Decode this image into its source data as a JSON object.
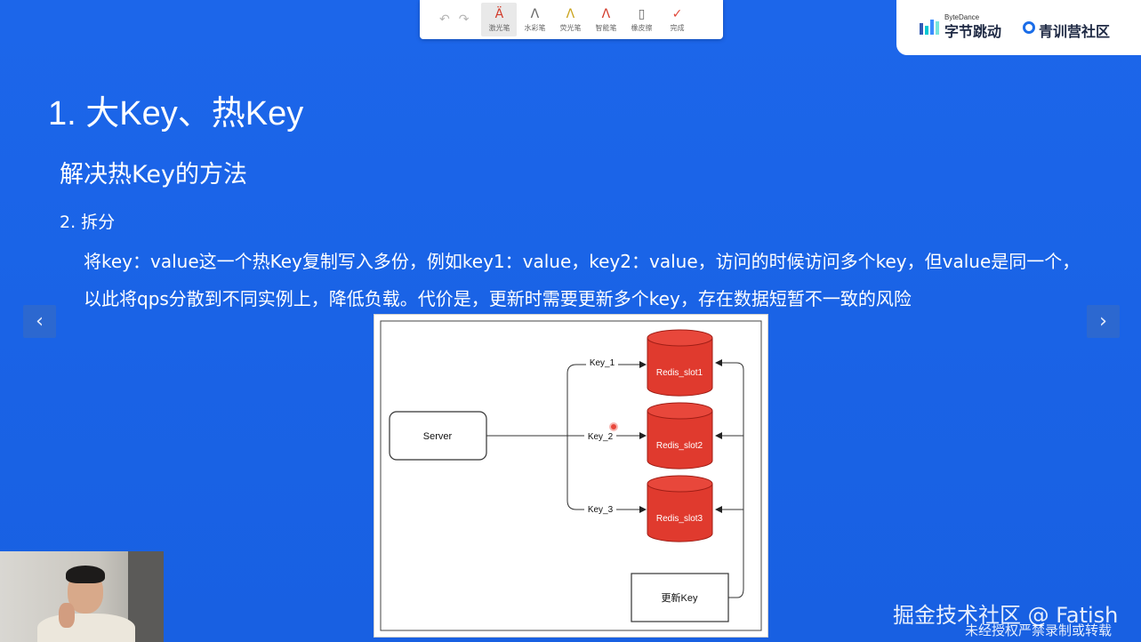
{
  "toolbar": {
    "undo_icon": "undo-icon",
    "redo_icon": "redo-icon",
    "tools": [
      {
        "label": "激光笔",
        "icon": "laser-pen-icon"
      },
      {
        "label": "水彩笔",
        "icon": "marker-icon"
      },
      {
        "label": "荧光笔",
        "icon": "highlighter-icon"
      },
      {
        "label": "智能笔",
        "icon": "smart-pen-icon"
      },
      {
        "label": "橡皮擦",
        "icon": "eraser-icon"
      },
      {
        "label": "完成",
        "icon": "check-icon"
      }
    ],
    "active_tool": "激光笔"
  },
  "brand": {
    "bytedance_small": "ByteDance",
    "bytedance_name": "字节跳动",
    "community_name": "青训营社区"
  },
  "slide": {
    "title": "1. 大Key、热Key",
    "subtitle": "解决热Key的方法",
    "point": "2. 拆分",
    "body_line1": "将key：value这一个热Key复制写入多份，例如key1：value，key2：value，访问的时候访问多个key，但value是同一个，",
    "body_line2": "以此将qps分散到不同实例上，降低负载。代价是，更新时需要更新多个key，存在数据短暂不一致的风险"
  },
  "nav": {
    "prev": "‹",
    "next": "›"
  },
  "diagram": {
    "server": "Server",
    "keys": [
      "Key_1",
      "Key_2",
      "Key_3"
    ],
    "slots": [
      "Redis_slot1",
      "Redis_slot2",
      "Redis_slot3"
    ],
    "updater": "更新Key",
    "colors": {
      "db_fill": "#e03a2e",
      "db_stroke": "#a01e16"
    }
  },
  "watermark": {
    "line1": "掘金技术社区 @ Fatish",
    "line2": "未经授权严禁录制或转载"
  }
}
